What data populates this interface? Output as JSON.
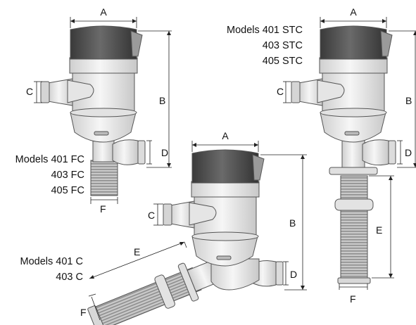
{
  "labels": {
    "A": "A",
    "B": "B",
    "C": "C",
    "D": "D",
    "E": "E",
    "F": "F"
  },
  "models": {
    "fc": [
      "Models 401 FC",
      "403 FC",
      "405 FC"
    ],
    "stc": [
      "Models 401 STC",
      "403 STC",
      "405 STC"
    ],
    "c": [
      "Models 401 C",
      "403 C"
    ]
  },
  "colors": {
    "cap": "#4a4a4a",
    "body": "#ececec",
    "outline": "#555555",
    "thread": "#bdbdbd"
  }
}
